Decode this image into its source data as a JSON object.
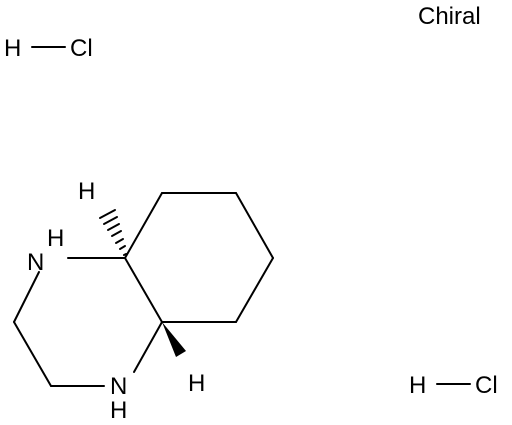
{
  "chirality_flag": "Chiral",
  "colors": {
    "ink": "#000000",
    "background": "#ffffff"
  },
  "hcl_top": {
    "h": "H",
    "cl": "Cl"
  },
  "hcl_bottom": {
    "h": "H",
    "cl": "Cl"
  },
  "molecule": {
    "n_top": "N",
    "h_on_n_top": "H",
    "n_bottom": "N",
    "h_on_n_bottom": "H",
    "h_stereo_top": "H",
    "h_stereo_bottom": "H",
    "top_stereo_bond": "hashed wedge",
    "bottom_stereo_bond": "solid wedge"
  }
}
